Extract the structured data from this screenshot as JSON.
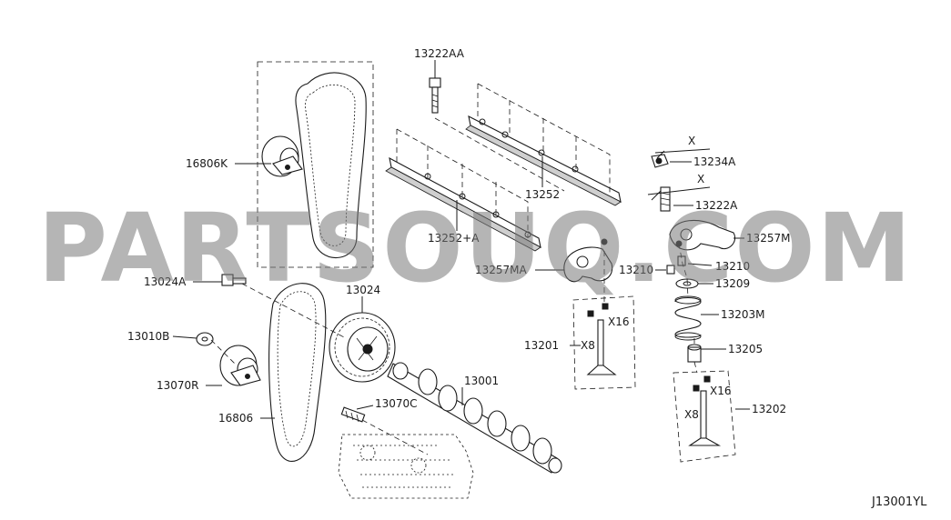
{
  "labels": {
    "p13222AA": "13222AA",
    "p16806K": "16806K",
    "p13252": "13252",
    "p13252A": "13252+A",
    "p13234A": "13234A",
    "p13222A": "13222A",
    "p13257M": "13257M",
    "p13257MA": "13257MA",
    "p13210a": "13210",
    "p13210b": "13210",
    "p13209": "13209",
    "p13024A": "13024A",
    "p13024": "13024",
    "p13203M": "13203M",
    "p13010B": "13010B",
    "p13201": "13201",
    "p13205": "13205",
    "p13070R": "13070R",
    "p13001": "13001",
    "p13202": "13202",
    "p16806": "16806",
    "p13070C": "13070C",
    "x1": "X",
    "x2": "X",
    "x16a": "X16",
    "x16b": "X16",
    "x8a": "X8",
    "x8b": "X8"
  },
  "diagram_code": "J13001YL",
  "watermark": "PARTSOUQ.COM"
}
